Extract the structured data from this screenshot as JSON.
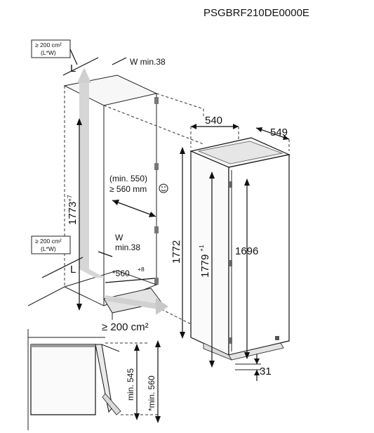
{
  "model_code": "PSGBRF210DE0000E",
  "vent_top": {
    "line1": "≥ 200 cm²",
    "line2": "(L*W)",
    "l_label": "L",
    "w_label": "W min.38"
  },
  "vent_bottom": {
    "line1": "≥ 200 cm²",
    "line2": "(L*W)",
    "l_label": "L",
    "w_label": "W",
    "w_value": "min.38"
  },
  "niche": {
    "height": "1773",
    "height_tol": "+7",
    "depth_min": "(min. 550)",
    "depth_rec": "≥ 560 mm",
    "width": "*560",
    "width_tol": "+8",
    "floor_vent": "≥ 200 cm²",
    "smiley_icon": "smiley-icon"
  },
  "appliance": {
    "width": "540",
    "depth": "549",
    "height_body": "1772",
    "height_total": "1779",
    "height_total_tol": "+1",
    "door_height": "1696",
    "gap": "31"
  },
  "detail": {
    "dim1": "min. 545",
    "dim2": "*min. 560"
  }
}
